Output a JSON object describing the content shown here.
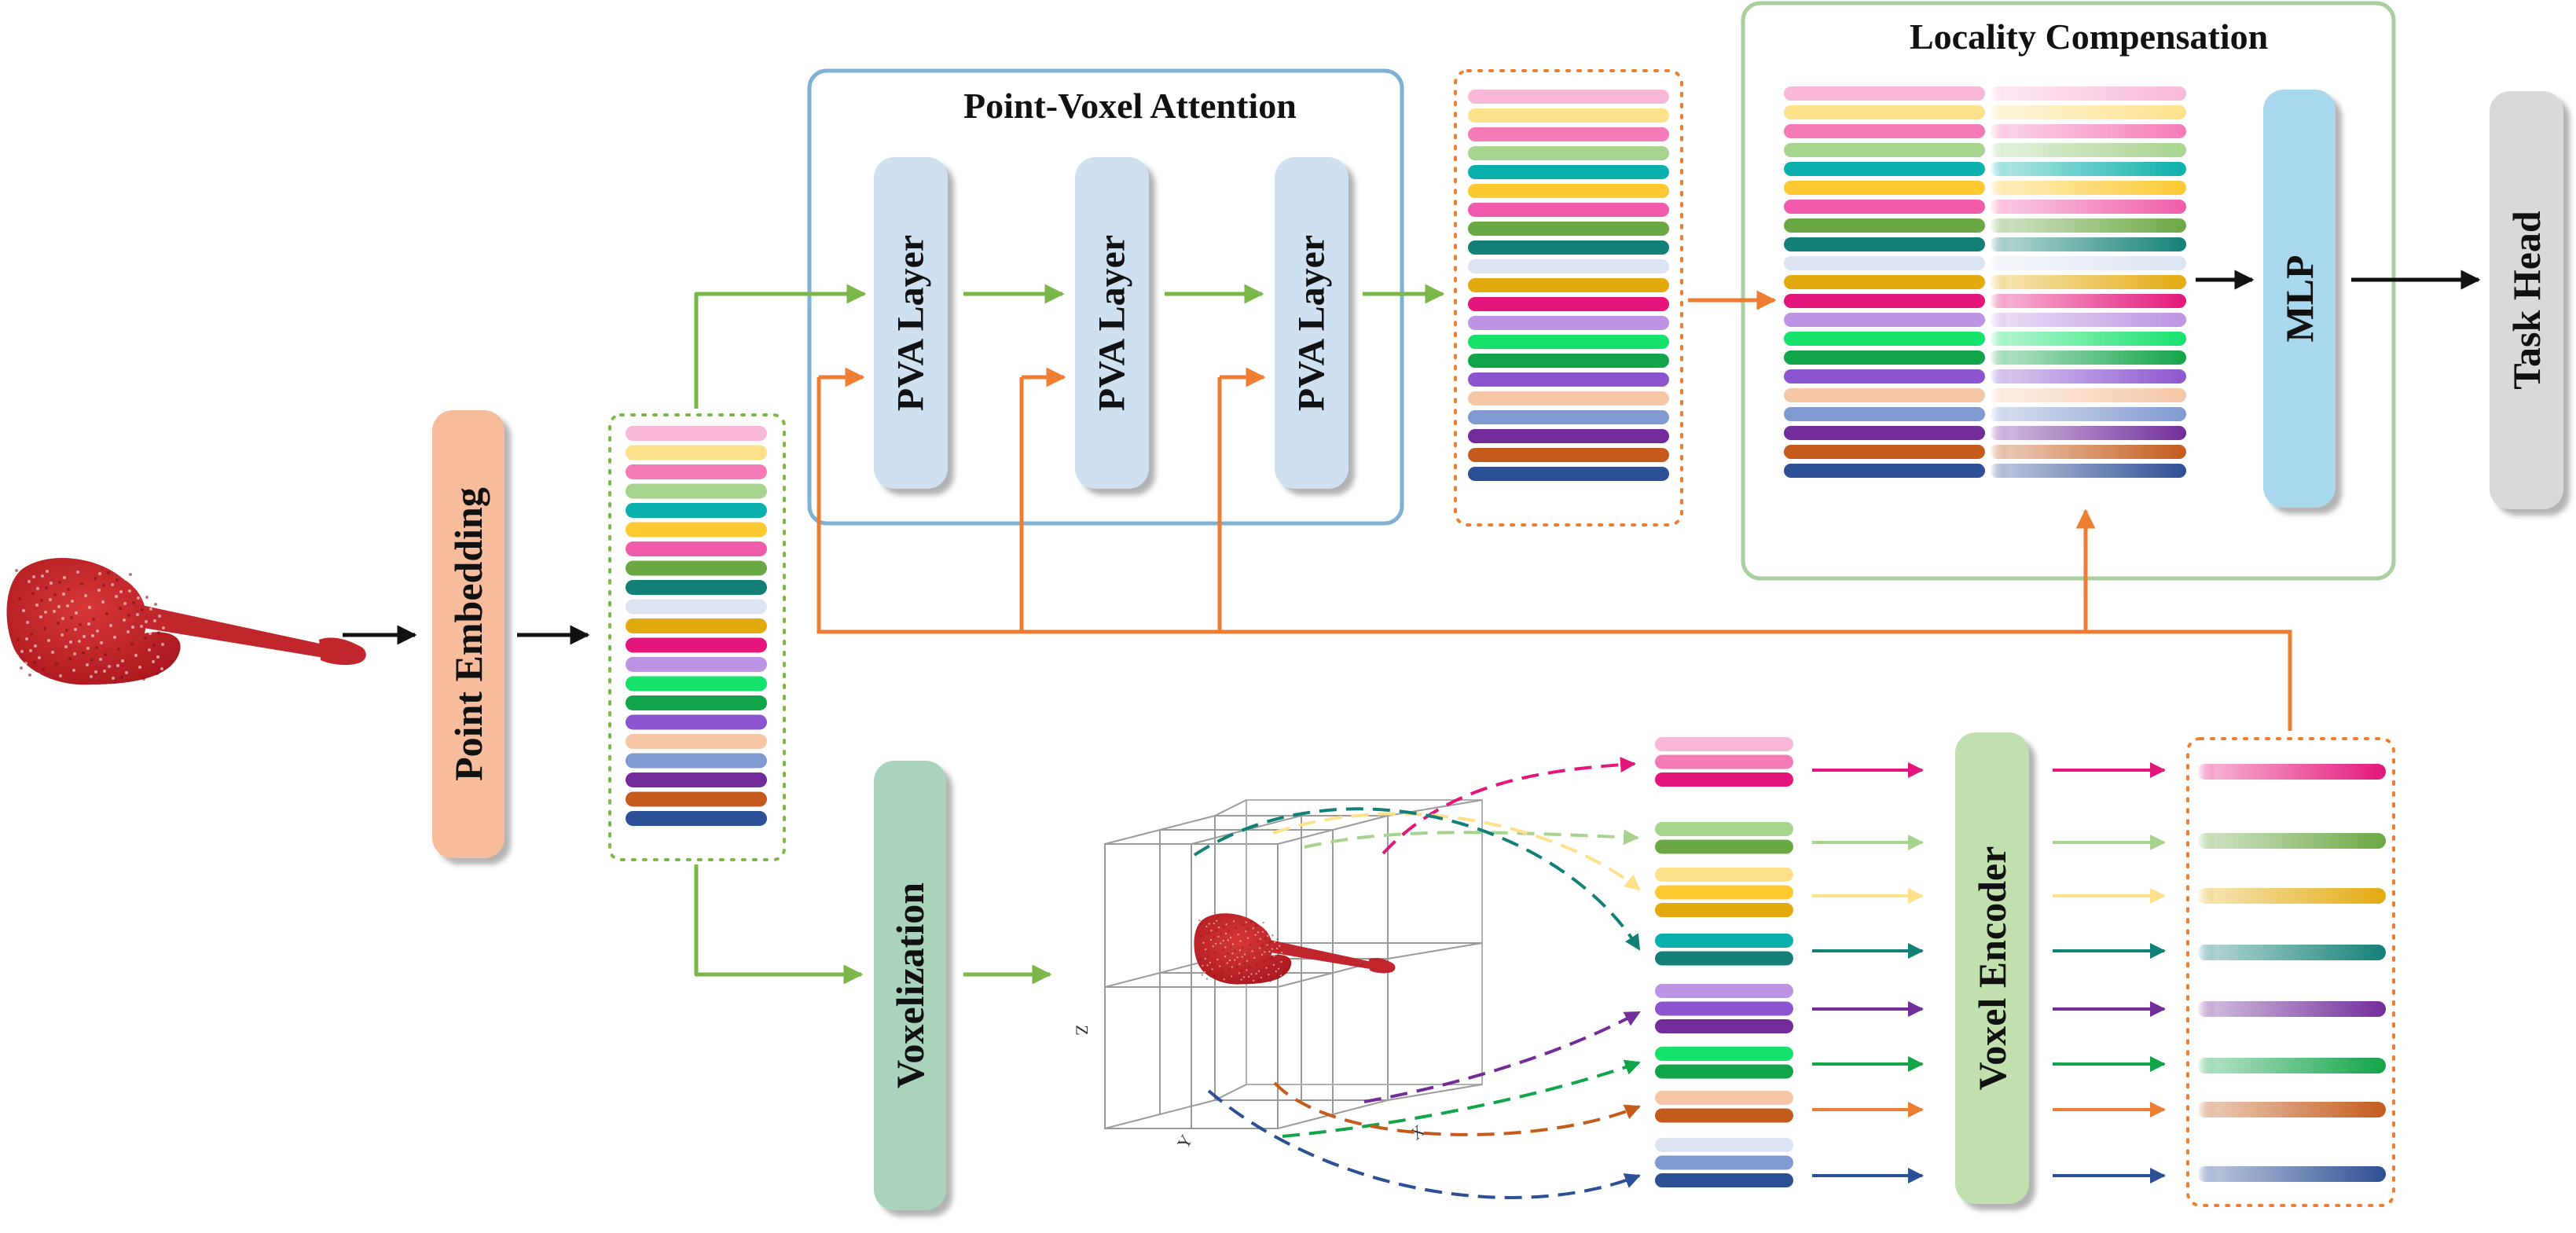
{
  "labels": {
    "point_embedding": "Point Embedding",
    "voxelization": "Voxelization",
    "pva_layer_1": "PVA Layer",
    "pva_layer_2": "PVA Layer",
    "pva_layer_3": "PVA Layer",
    "mlp": "MLP",
    "task_head": "Task Head",
    "voxel_encoder": "Voxel Encoder"
  },
  "titles": {
    "point_voxel_attention": "Point-Voxel Attention",
    "locality_compensation": "Locality Compensation"
  },
  "axes": {
    "z": "Z",
    "y": "Y",
    "x": "X"
  },
  "colors": {
    "point_embedding": "#f6bc9c",
    "pva_layer": "#cfe0f1",
    "voxelization": "#a9d3bd",
    "voxel_encoder": "#c2e0ae",
    "mlp": "#a9d7ee",
    "task_head": "#d9d9d9",
    "attention_border": "#7fb0d6",
    "locality_border": "#a9cfa1",
    "green_arrow": "#7ab648",
    "orange_arrow": "#ed7d31",
    "guitar": "#c0262b"
  },
  "feature_palette": [
    "#f9b8d8",
    "#fde08a",
    "#f57bb8",
    "#a6d38d",
    "#0ab0ab",
    "#fcc930",
    "#f05bab",
    "#6aa844",
    "#138078",
    "#dce3f3",
    "#e3aa10",
    "#e4157b",
    "#bd93e3",
    "#14e26a",
    "#12a449",
    "#8c55cf",
    "#f6c7a6",
    "#7f9ad0",
    "#722d9b",
    "#c45b1c",
    "#2d4f95"
  ],
  "tokens": {
    "embed_stack": [
      0,
      1,
      2,
      3,
      4,
      5,
      6,
      7,
      8,
      9,
      10,
      11,
      12,
      13,
      14,
      15,
      16,
      17,
      18,
      19,
      20
    ],
    "attn_stack": [
      0,
      1,
      2,
      3,
      4,
      5,
      6,
      7,
      8,
      9,
      10,
      11,
      12,
      13,
      14,
      15,
      16,
      17,
      18,
      19,
      20
    ],
    "locality_stack": [
      0,
      1,
      2,
      3,
      4,
      5,
      6,
      7,
      8,
      9,
      10,
      11,
      12,
      13,
      14,
      15,
      16,
      17,
      18,
      19,
      20
    ],
    "voxel_groups": [
      [
        0,
        2,
        11
      ],
      [
        3,
        7
      ],
      [
        1,
        5,
        10
      ],
      [
        4,
        8
      ],
      [
        12,
        15,
        18
      ],
      [
        13,
        14
      ],
      [
        16,
        19
      ],
      [
        9,
        17,
        20
      ]
    ],
    "encoded_voxels": [
      11,
      7,
      10,
      8,
      18,
      14,
      19,
      20
    ]
  }
}
